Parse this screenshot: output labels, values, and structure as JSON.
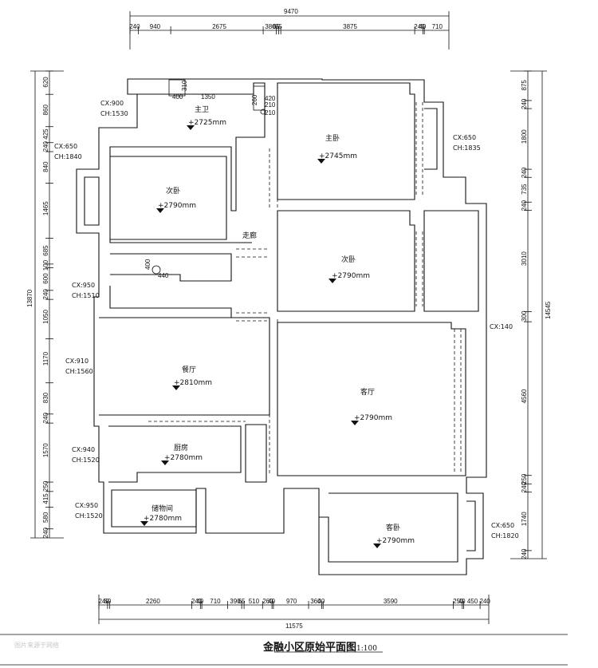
{
  "header_snippet": "",
  "top_dims": {
    "total": "9470",
    "segments": [
      "240",
      "940",
      "2675",
      "380",
      "65",
      "65",
      "3875",
      "240",
      "40",
      "710"
    ]
  },
  "bottom_dims": {
    "total": "11575",
    "segments": [
      "240",
      "60",
      "2260",
      "240",
      "40",
      "710",
      "390",
      "65",
      "510",
      "260",
      "40",
      "970",
      "360",
      "40",
      "3590",
      "250",
      "40",
      "450",
      "240"
    ]
  },
  "left_dims": {
    "total": "13870",
    "segments": [
      "620",
      "860",
      "425",
      "240",
      "840",
      "1465",
      "685",
      "100",
      "600",
      "240",
      "1050",
      "1170",
      "830",
      "240",
      "1570",
      "250",
      "415",
      "580",
      "240"
    ]
  },
  "right_dims": {
    "total": "14545",
    "segments": [
      "875",
      "240",
      "1800",
      "240",
      "735",
      "240",
      "3010",
      "300",
      "4560",
      "250",
      "240",
      "1740",
      "240"
    ]
  },
  "rooms": [
    {
      "name": "主卫",
      "height": "2725mm"
    },
    {
      "name": "主卧",
      "height": "2745mm"
    },
    {
      "name": "次卧",
      "height": "2790mm"
    },
    {
      "name": "次卧",
      "height": "2790mm"
    },
    {
      "name": "走廊",
      "height": ""
    },
    {
      "name": "餐厅",
      "height": "2810mm"
    },
    {
      "name": "客厅",
      "height": "2790mm"
    },
    {
      "name": "厨房",
      "height": "2780mm"
    },
    {
      "name": "储物间",
      "height": "2780mm"
    },
    {
      "name": "客卧",
      "height": "2790mm"
    }
  ],
  "windows": [
    {
      "cx": "CX:900",
      "ch": "CH:1530"
    },
    {
      "cx": "CX:650",
      "ch": "CH:1840"
    },
    {
      "cx": "CX:950",
      "ch": "CH:1510"
    },
    {
      "cx": "CX:910",
      "ch": "CH:1560"
    },
    {
      "cx": "CX:940",
      "ch": "CH:1520"
    },
    {
      "cx": "CX:950",
      "ch": "CH:1520"
    },
    {
      "cx": "CX:650",
      "ch": "CH:1835"
    },
    {
      "cx": "CX:140",
      "ch": ""
    },
    {
      "cx": "CX:650",
      "ch": "CH:1820"
    }
  ],
  "fixture_dims": [
    "400",
    "310",
    "1350",
    "260",
    "420",
    "210",
    "210",
    "400",
    "440"
  ],
  "title": "金融小区原始平面图",
  "scale": "1:100",
  "watermark": "图片来源于网络"
}
